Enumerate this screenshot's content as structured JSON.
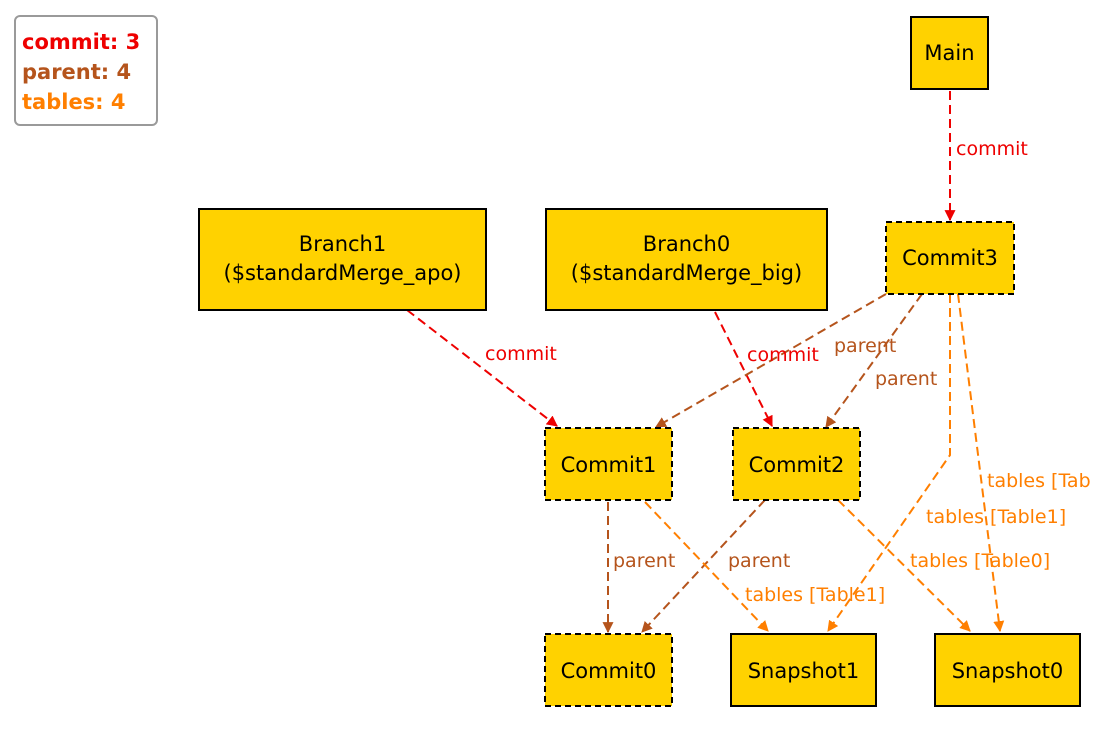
{
  "colors": {
    "commit": "#ee0000",
    "parent": "#b5541c",
    "tables": "#ff7f00",
    "node_fill": "#ffd200",
    "node_border": "#000000"
  },
  "legend": {
    "items": [
      {
        "label": "commit: 3",
        "color": "#ee0000"
      },
      {
        "label": "parent: 4",
        "color": "#b5541c"
      },
      {
        "label": "tables: 4",
        "color": "#ff7f00"
      }
    ]
  },
  "nodes": {
    "main": {
      "label": "Main",
      "style": "solid"
    },
    "commit3": {
      "label": "Commit3",
      "style": "dashed"
    },
    "branch1": {
      "line1": "Branch1",
      "line2": "($standardMerge_apo)",
      "style": "solid"
    },
    "branch0": {
      "line1": "Branch0",
      "line2": "($standardMerge_big)",
      "style": "solid"
    },
    "commit1": {
      "label": "Commit1",
      "style": "dashed"
    },
    "commit2": {
      "label": "Commit2",
      "style": "dashed"
    },
    "commit0": {
      "label": "Commit0",
      "style": "dashed"
    },
    "snapshot1": {
      "label": "Snapshot1",
      "style": "solid"
    },
    "snapshot0": {
      "label": "Snapshot0",
      "style": "solid"
    }
  },
  "edges": [
    {
      "id": "main-commit3",
      "from": "Main",
      "to": "Commit3",
      "type": "commit",
      "label": "commit"
    },
    {
      "id": "branch1-commit1",
      "from": "Branch1",
      "to": "Commit1",
      "type": "commit",
      "label": "commit"
    },
    {
      "id": "branch0-commit2",
      "from": "Branch0",
      "to": "Commit2",
      "type": "commit",
      "label": "commit"
    },
    {
      "id": "commit3-commit1",
      "from": "Commit3",
      "to": "Commit1",
      "type": "parent",
      "label": "parent"
    },
    {
      "id": "commit3-commit2",
      "from": "Commit3",
      "to": "Commit2",
      "type": "parent",
      "label": "parent"
    },
    {
      "id": "commit1-commit0",
      "from": "Commit1",
      "to": "Commit0",
      "type": "parent",
      "label": "parent"
    },
    {
      "id": "commit2-commit0",
      "from": "Commit2",
      "to": "Commit0",
      "type": "parent",
      "label": "parent"
    },
    {
      "id": "commit3-snapshot1",
      "from": "Commit3",
      "to": "Snapshot1",
      "type": "tables",
      "label": "tables [Table1]"
    },
    {
      "id": "commit3-snapshot0",
      "from": "Commit3",
      "to": "Snapshot0",
      "type": "tables",
      "label": "tables [Tab"
    },
    {
      "id": "commit1-snapshot1",
      "from": "Commit1",
      "to": "Snapshot1",
      "type": "tables",
      "label": "tables [Table1]"
    },
    {
      "id": "commit2-snapshot0",
      "from": "Commit2",
      "to": "Snapshot0",
      "type": "tables",
      "label": "tables [Table0]"
    }
  ]
}
